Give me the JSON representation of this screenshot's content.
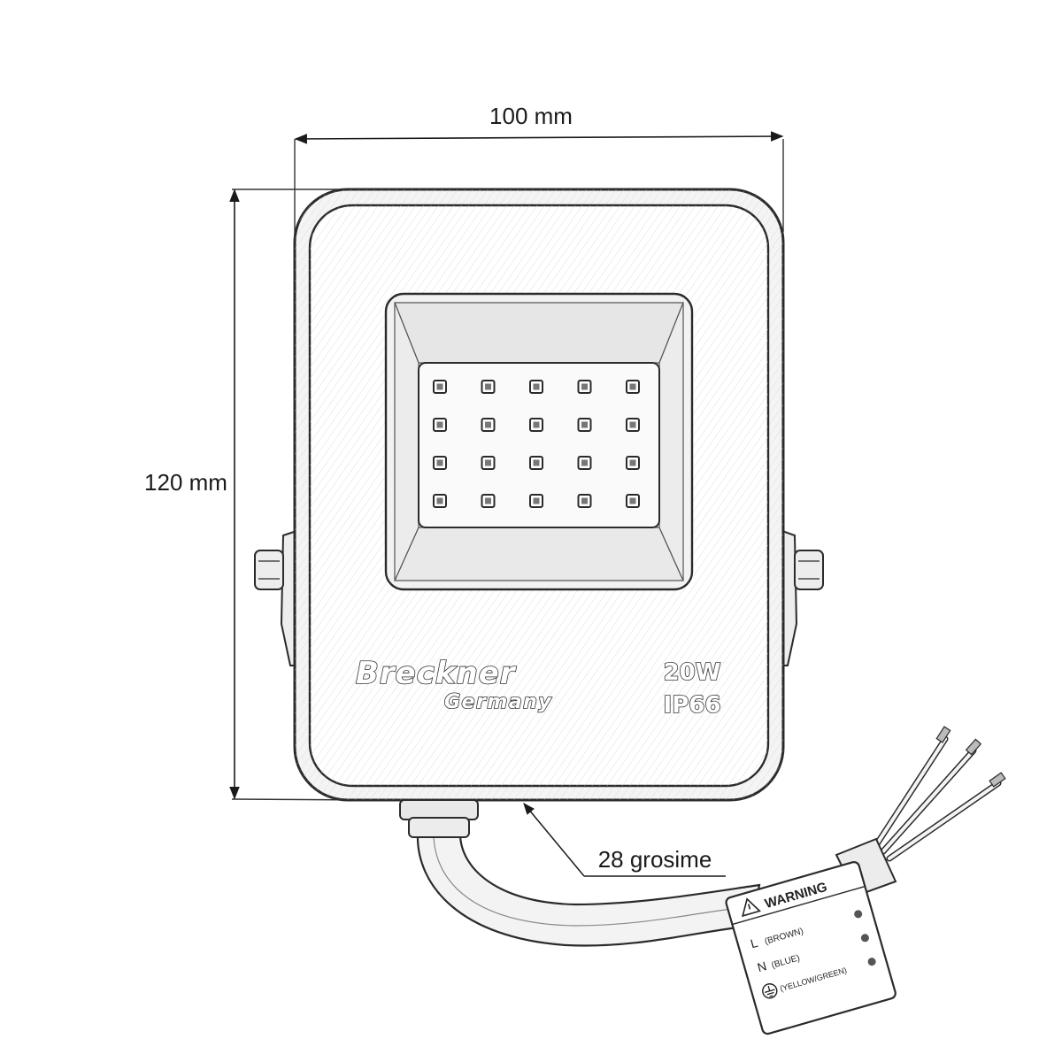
{
  "dimensions": {
    "width_label": "100 mm",
    "height_label": "120 mm",
    "depth_label": "28 grosime"
  },
  "product": {
    "brand_name": "Breckner",
    "brand_sub": "Germany",
    "power": "20W",
    "ip_rating": "IP66",
    "led_rows": 4,
    "led_cols": 5
  },
  "wiring_tag": {
    "title": "WARNING",
    "warning_icon": "warning-triangle-icon",
    "ground_icon": "ground-symbol-icon",
    "lines": [
      {
        "letter": "L",
        "label": "(BROWN)"
      },
      {
        "letter": "N",
        "label": "(BLUE)"
      },
      {
        "letter": "",
        "label": "(YELLOW/GREEN)"
      }
    ]
  },
  "colors": {
    "line": "#2b2b2b",
    "body_fill": "#f4f4f4",
    "led_fill": "#777777"
  }
}
